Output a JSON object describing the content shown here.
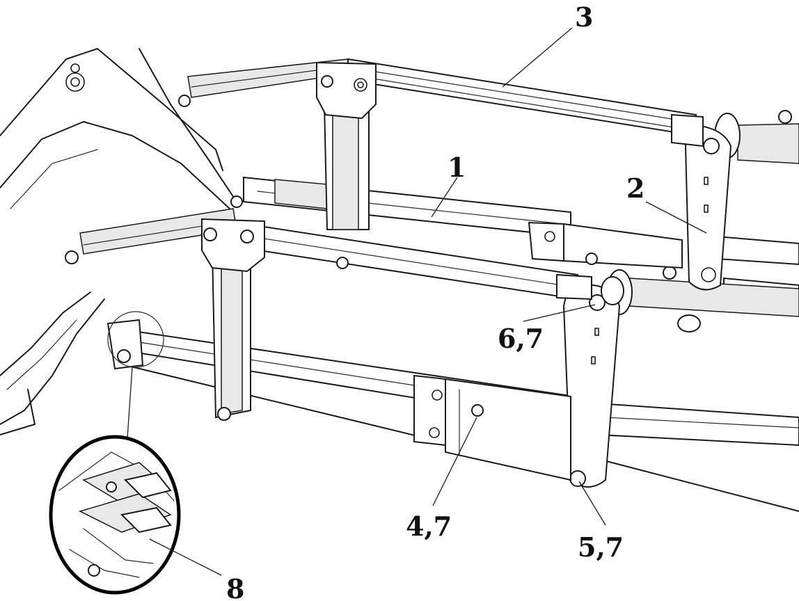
{
  "callouts": {
    "c1": "1",
    "c2": "2",
    "c3": "3",
    "c47": "4,7",
    "c57": "5,7",
    "c67": "6,7",
    "c8": "8"
  }
}
